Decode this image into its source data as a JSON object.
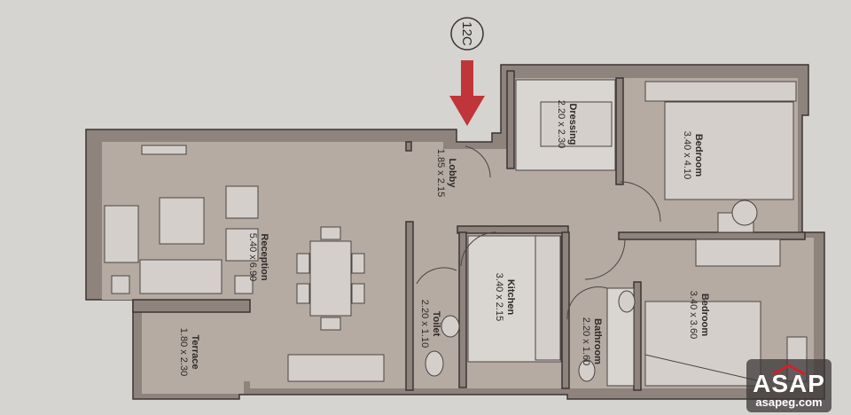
{
  "unit_marker": "12C",
  "entrance_arrow_color": "#c0353a",
  "rooms": [
    {
      "name": "Reception",
      "size": "5.40 x 6.90"
    },
    {
      "name": "Lobby",
      "size": "1.85 x 2.15"
    },
    {
      "name": "Dressing",
      "size": "2.20 x 2.30"
    },
    {
      "name": "Bedroom",
      "size": "3.40 x 4.10"
    },
    {
      "name": "Kitchen",
      "size": "3.40 x 2.15"
    },
    {
      "name": "Toilet",
      "size": "2.20 x 1.10"
    },
    {
      "name": "Bathroom",
      "size": "2.20 x 1.60"
    },
    {
      "name": "Bedroom",
      "size": "3.40 x 3.60"
    },
    {
      "name": "Terrace",
      "size": "1.80 x 2.30"
    }
  ],
  "logo": {
    "brand": "ASAP",
    "website": "asapeg.com",
    "accent": "#d0212b"
  }
}
